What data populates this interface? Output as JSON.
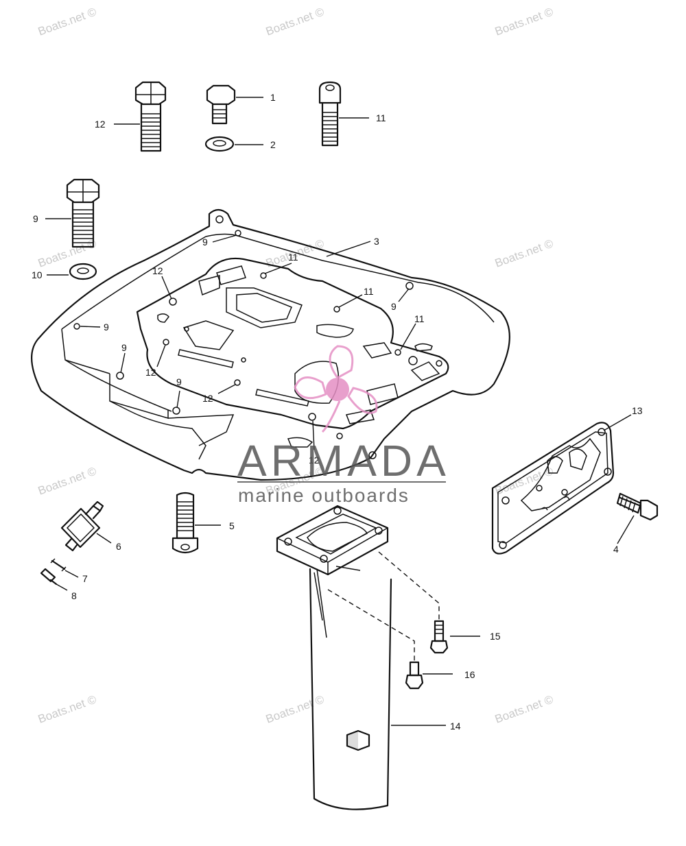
{
  "watermark_text": "Boats.net ©",
  "logo": {
    "name": "ARMADA",
    "tagline": "marine outboards",
    "accent_color": "#e58fc4"
  },
  "callouts": {
    "n1": "1",
    "n2": "2",
    "n3": "3",
    "n4": "4",
    "n5": "5",
    "n6": "6",
    "n7": "7",
    "n8": "8",
    "n9": "9",
    "n10": "10",
    "n11": "11",
    "n12": "12",
    "n13": "13",
    "n14": "14",
    "n15": "15",
    "n16": "16"
  },
  "colors": {
    "line": "#111111",
    "watermark": "#c9c9c9",
    "logo_text": "#555555"
  }
}
